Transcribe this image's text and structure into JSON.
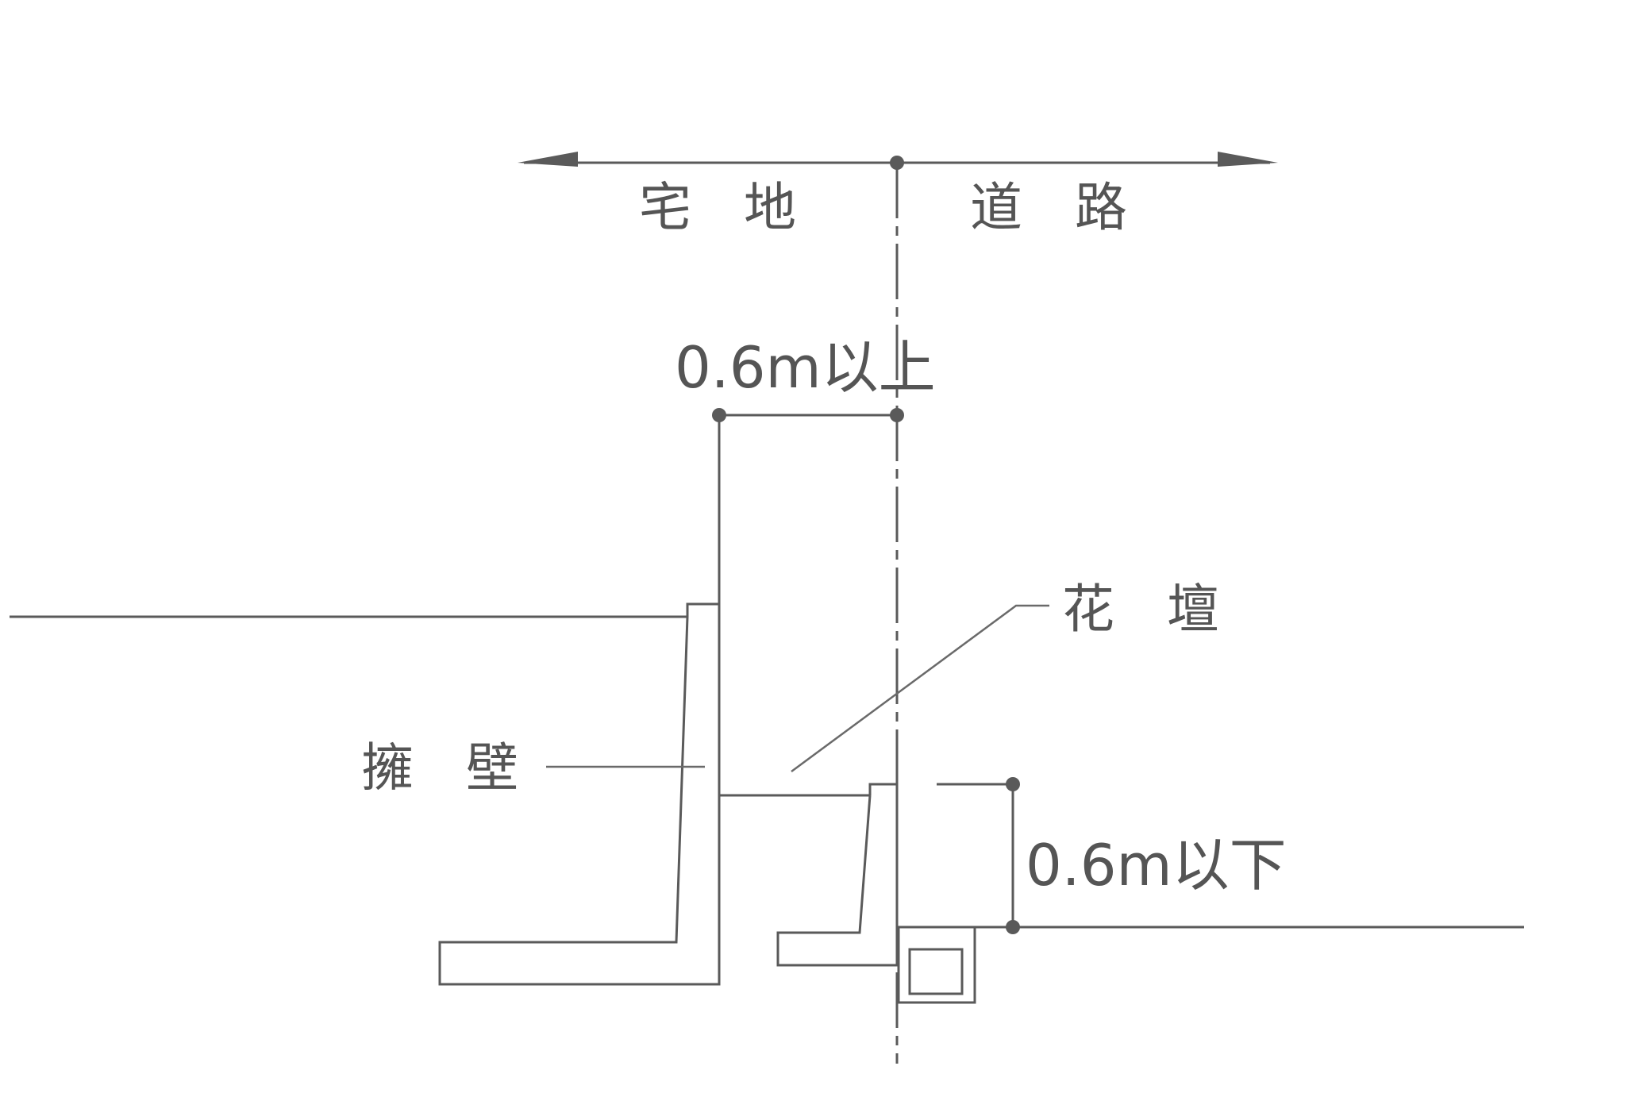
{
  "labels": {
    "residential_land": "宅　地",
    "road": "道　路",
    "setback_min": "0.6m以上",
    "flower_bed": "花　壇",
    "retaining_wall": "擁　壁",
    "height_max": "0.6m以下"
  },
  "colors": {
    "line": "#5a5a5a",
    "text": "#555555",
    "background": "#ffffff"
  }
}
